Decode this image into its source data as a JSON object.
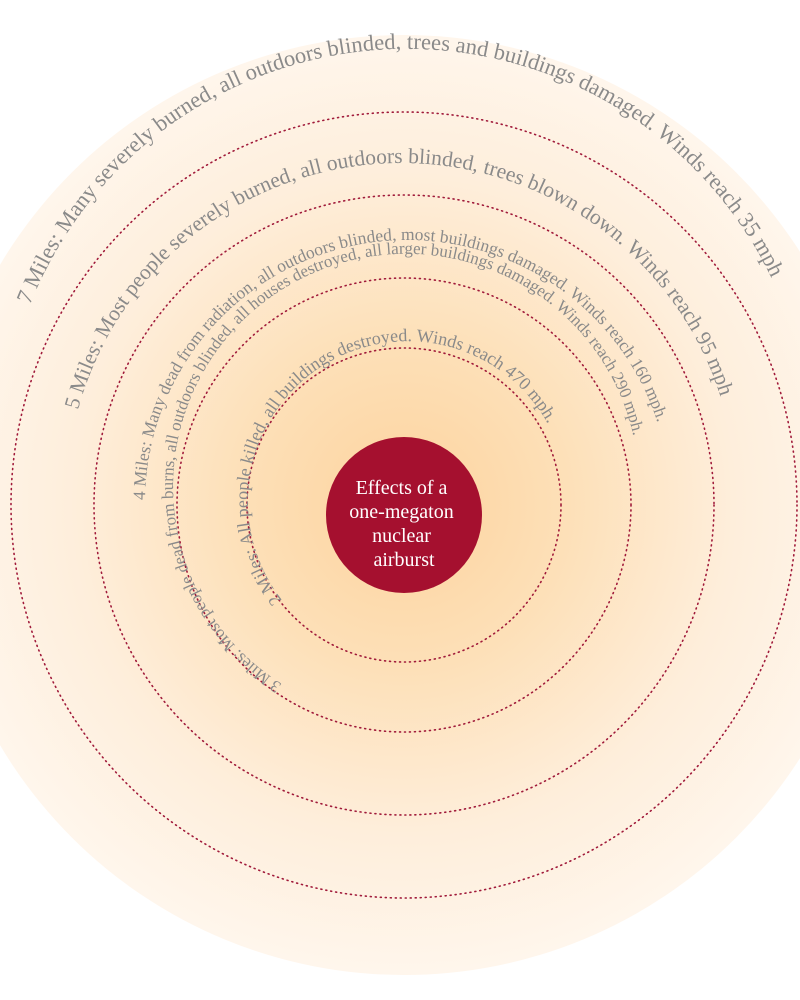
{
  "center": {
    "lines": [
      "Effects of a",
      "one-megaton",
      "nuclear",
      "airburst"
    ],
    "color": "#a5102f"
  },
  "colors": {
    "ring_text": "#8a8a8a",
    "dotted_line": "#a01a3a",
    "glow_inner": "#fdd5a0",
    "glow_outer": "#fff6ea"
  },
  "rings": [
    {
      "miles": 2,
      "label": "2 Miles: All people killed, all buildings destroyed. Winds reach 470 mph."
    },
    {
      "miles": 3,
      "label": "3 Miles: Most people dead from burns, all outdoors blinded, all houses destroyed, all larger buildings damaged. Winds reach 290 mph."
    },
    {
      "miles": 4,
      "label": "4 Miles: Many dead from radiation, all outdoors blinded, most buildings damaged. Winds reach 160 mph."
    },
    {
      "miles": 5,
      "label": "5 Miles: Most people severely burned, all outdoors blinded, trees blown down. Winds reach 95 mph."
    },
    {
      "miles": 7,
      "label": "7 Miles: Many severely burned, all outdoors blinded, trees and buildings damaged. Winds reach 35 mph."
    }
  ]
}
